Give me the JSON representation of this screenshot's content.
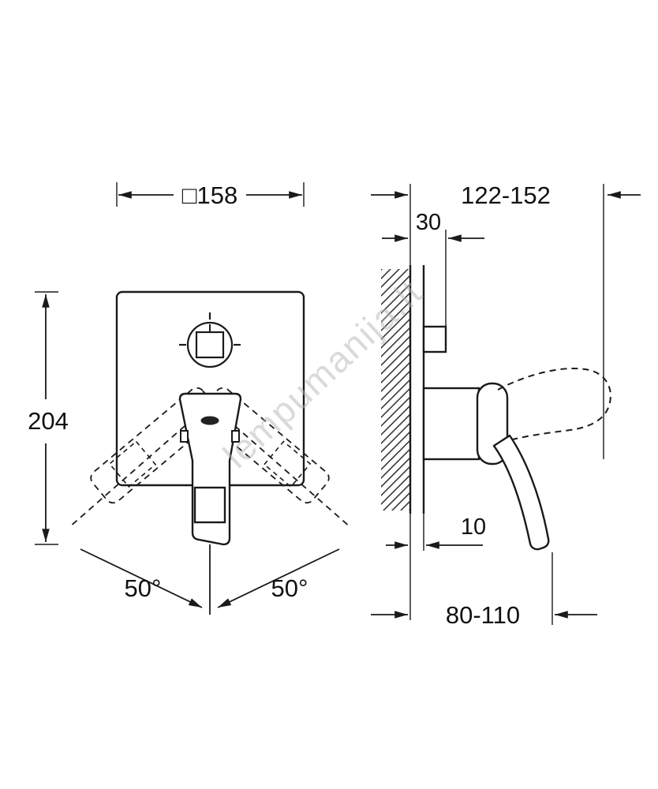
{
  "colors": {
    "line": "#1a1a1a",
    "dimension_text": "#111111",
    "watermark": "#b5b5b5"
  },
  "watermark": {
    "text": "lempumanija.lt"
  },
  "front_view": {
    "width_label": "□158",
    "height_label": "204",
    "swing_left_label": "50°",
    "swing_right_label": "50°"
  },
  "side_view": {
    "depth_label": "122-152",
    "knob_depth_label": "30",
    "wall_gap_label": "10",
    "lever_depth_label": "80-110"
  }
}
